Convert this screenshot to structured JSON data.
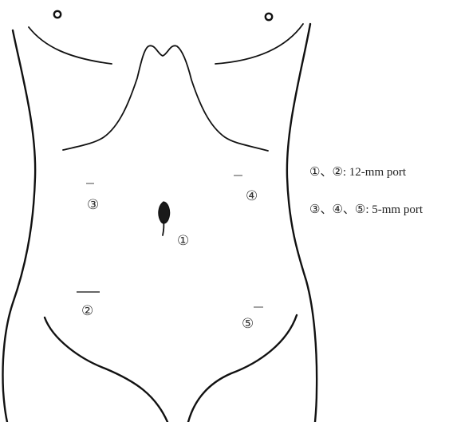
{
  "ports": [
    {
      "id": "1",
      "symbol": "①"
    },
    {
      "id": "2",
      "symbol": "②"
    },
    {
      "id": "3",
      "symbol": "③"
    },
    {
      "id": "4",
      "symbol": "④"
    },
    {
      "id": "5",
      "symbol": "⑤"
    }
  ],
  "legend": [
    {
      "text": "①、②: 12-mm port"
    },
    {
      "text": "③、④、⑤: 5-mm port"
    }
  ],
  "colors": {
    "outline": "#111111",
    "label": "#333333",
    "background": "#ffffff"
  }
}
